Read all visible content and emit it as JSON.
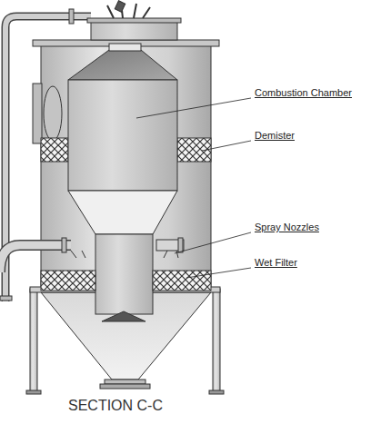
{
  "diagram": {
    "caption": "SECTION C-C",
    "labels": [
      "Combustion Chamber",
      "Demister",
      "Spray Nozzles",
      "Wet Filter"
    ]
  }
}
